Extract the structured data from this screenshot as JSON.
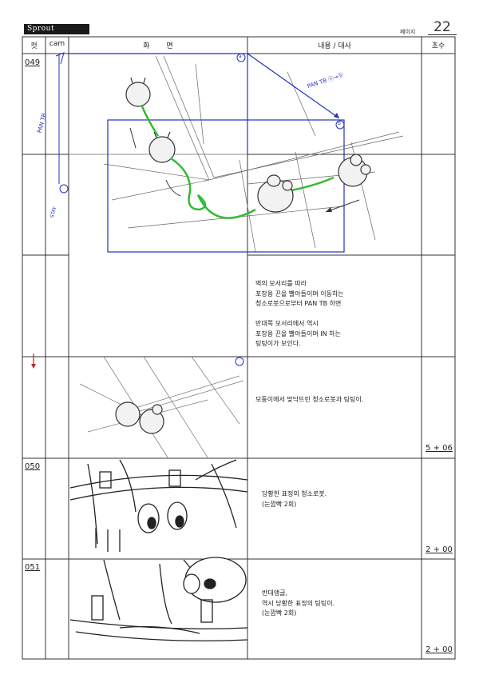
{
  "header": {
    "logo": "Sprout",
    "page_label": "페이지",
    "page_number": "22",
    "col_cut": "컷",
    "col_cam": "cam",
    "col_screen": "화 면",
    "col_content": "내용 / 대사",
    "col_seconds": "초수"
  },
  "cuts": [
    {
      "number": "049"
    },
    {
      "number": "050"
    },
    {
      "number": "051"
    }
  ],
  "panels": [
    {
      "lines": [
        "벽의 모서리를 따라",
        "포장용 끈을 빨아들이며 이동하는",
        "청소로봇으로부터 PAN TB 하면",
        "",
        "반대쪽 모서리에서 역시",
        "포장용 끈을 빨아들이며 IN 하는",
        "팅팅이가 보인다."
      ]
    },
    {
      "lines": [
        "모퉁이에서 맞닥뜨린 청소로봇과 팅팅이."
      ],
      "duration": "5 + 06"
    },
    {
      "lines": [
        "당황한 표정의 청소로봇.",
        "(눈깜빡 2회)"
      ],
      "duration": "2 + 00"
    },
    {
      "lines": [
        "반대앵글,",
        "역시 당황한 표정의 팅팅이.",
        "(눈깜빡 2회)"
      ],
      "duration": "2 + 00"
    }
  ],
  "annotations": {
    "pan_note": "PAN TB ⓐ→ⓑ",
    "marker_a": "a",
    "marker_b": "b",
    "cam_pan": "PAN TB",
    "cam_stay": "STAY"
  }
}
